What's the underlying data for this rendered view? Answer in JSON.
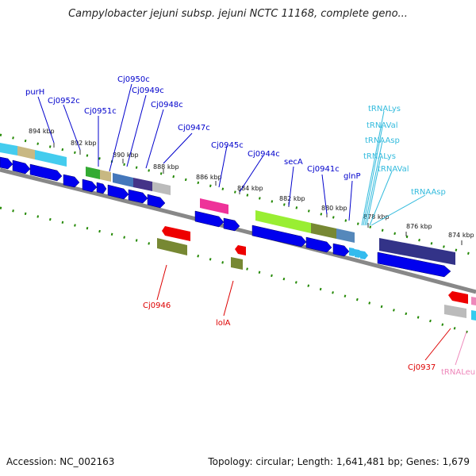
{
  "title": "Campylobacter jejuni subsp. jejuni NCTC 11168, complete geno...",
  "footer": {
    "accession": "Accession: NC_002163",
    "summary": "Topology: circular; Length: 1,641,481 bp; Genes: 1,679"
  },
  "colors": {
    "blue_label": "#0000cc",
    "red_label": "#dd0000",
    "cyan_label": "#33bbdd",
    "pink_label": "#ee88bb",
    "backbone": "#888888",
    "tick_green": "#228800",
    "gene_blue": "#0000ee"
  },
  "ruler": [
    "894 kbp",
    "892 kbp",
    "890 kbp",
    "888 kbp",
    "886 kbp",
    "884 kbp",
    "882 kbp",
    "880 kbp",
    "878 kbp",
    "876 kbp",
    "874 kbp"
  ],
  "labels_top": [
    "purH",
    "Cj0952c",
    "Cj0951c",
    "Cj0950c",
    "Cj0949c",
    "Cj0948c",
    "Cj0947c",
    "Cj0945c",
    "Cj0944c",
    "secA",
    "Cj0941c",
    "glnP"
  ],
  "labels_trna": [
    "tRNALys",
    "tRNAVal",
    "tRNAAsp",
    "tRNALys",
    "tRNAVal",
    "tRNAAsp"
  ],
  "labels_bottom": [
    "Cj0946",
    "lolA",
    "Cj0937",
    "tRNALeu"
  ]
}
